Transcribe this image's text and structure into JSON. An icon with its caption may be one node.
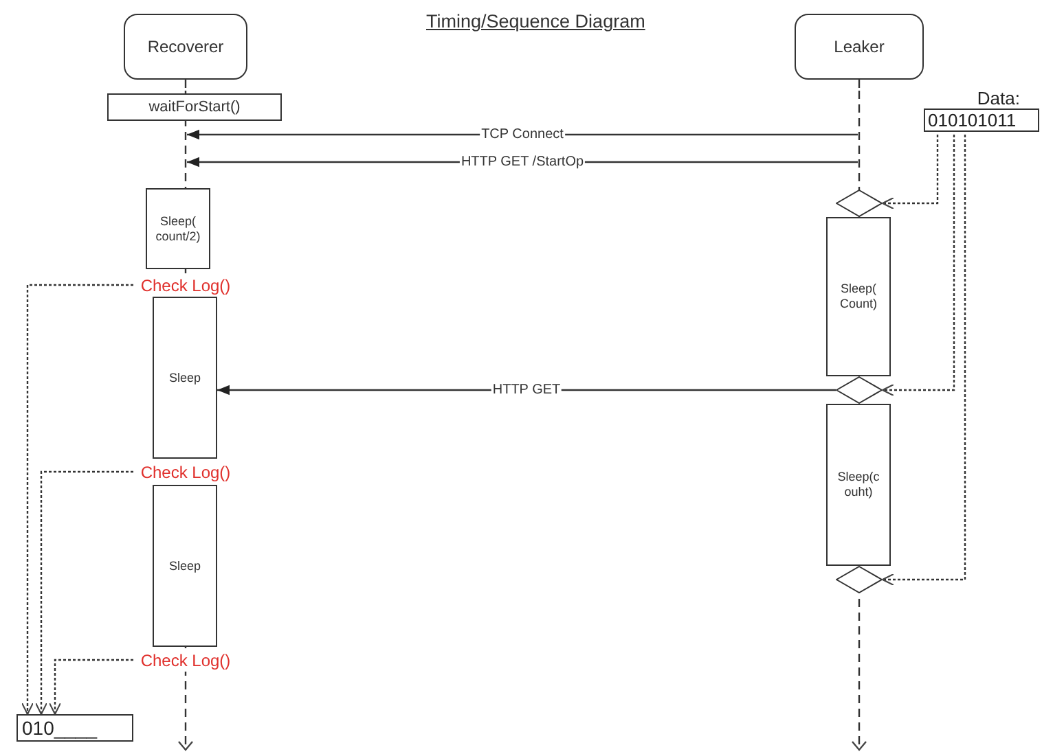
{
  "diagram": {
    "title": "Timing/Sequence Diagram",
    "nodes": [
      {
        "text": [
          "Recoverer"
        ]
      },
      {
        "text": [
          "Leaker"
        ]
      },
      {
        "text": [
          "waitForStart()"
        ]
      },
      {
        "text": [
          "Sleep( count/2)"
        ]
      },
      {
        "text": [
          "Check Log()"
        ]
      },
      {
        "text": [
          "Sleep"
        ]
      },
      {
        "text": [
          "Check Log()"
        ]
      },
      {
        "text": [
          "Sleep"
        ]
      },
      {
        "text": [
          "Check Log()"
        ]
      },
      {
        "text": [
          "010____"
        ]
      },
      {
        "text": [
          "Data:",
          "010101011"
        ]
      },
      {
        "text": [],
        "shape": "diamond"
      },
      {
        "text": [
          "Sleep( Count)"
        ]
      },
      {
        "text": [],
        "shape": "diamond"
      },
      {
        "text": [
          "Sleep(c ouht)"
        ]
      },
      {
        "text": [],
        "shape": "diamond"
      },
      {
        "text": [],
        "shape": "line"
      },
      {
        "text": [],
        "shape": "line"
      }
    ],
    "edges": [
      {
        "from": 0,
        "to": 16,
        "arrow": "none",
        "style": "dashed"
      },
      {
        "from": 1,
        "to": 17,
        "arrow": "none",
        "style": "dashed"
      },
      {
        "from": 17,
        "to": 16,
        "arrow": "to",
        "label": "TCP Connect"
      },
      {
        "from": 17,
        "to": 16,
        "arrow": "to",
        "label": "HTTP GET /StartOp"
      },
      {
        "from": 10,
        "to": 11,
        "arrow": "to",
        "style": "dashed"
      },
      {
        "from": 10,
        "to": 13,
        "arrow": "to",
        "style": "dashed"
      },
      {
        "from": 10,
        "to": 15,
        "arrow": "to",
        "style": "dashed"
      },
      {
        "from": 13,
        "to": 5,
        "arrow": "to",
        "label": "HTTP GET"
      },
      {
        "from": 4,
        "to": 9,
        "arrow": "to",
        "style": "dashed"
      },
      {
        "from": 6,
        "to": 9,
        "arrow": "to",
        "style": "dashed"
      },
      {
        "from": 8,
        "to": 9,
        "arrow": "to",
        "style": "dashed"
      }
    ]
  }
}
